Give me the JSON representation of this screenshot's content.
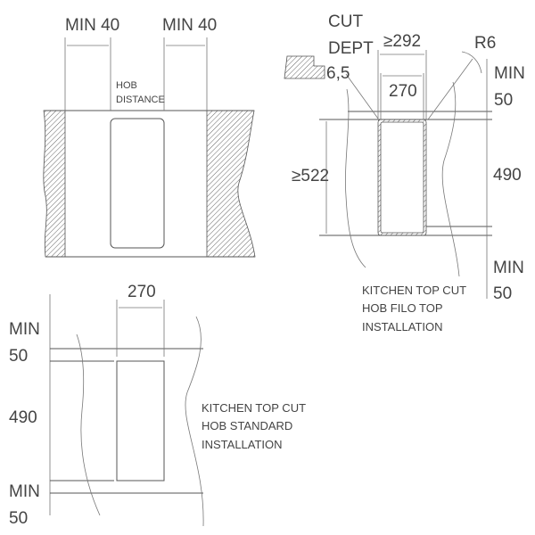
{
  "diagram": {
    "top_left": {
      "dim_left": "MIN 40",
      "dim_right": "MIN 40",
      "hob_label_line1": "HOB",
      "hob_label_line2": "DISTANCE"
    },
    "top_right": {
      "cut_depth_line1": "CUT",
      "cut_depth_line2": "DEPT",
      "cut_depth_value": "6,5",
      "outer_width": "≥292",
      "inner_width": "270",
      "radius": "R6",
      "top_margin_line1": "MIN",
      "top_margin_line2": "50",
      "outer_height": "≥522",
      "inner_height": "490",
      "bottom_margin_line1": "MIN",
      "bottom_margin_line2": "50",
      "caption_line1": "KITCHEN TOP CUT",
      "caption_line2": "HOB FILO TOP",
      "caption_line3": "INSTALLATION"
    },
    "bottom_left": {
      "width": "270",
      "top_margin_line1": "MIN",
      "top_margin_line2": "50",
      "height": "490",
      "bottom_margin_line1": "MIN",
      "bottom_margin_line2": "50",
      "caption_line1": "KITCHEN TOP CUT",
      "caption_line2": "HOB STANDARD",
      "caption_line3": "INSTALLATION"
    }
  },
  "colors": {
    "line": "#555555",
    "text": "#444444",
    "background": "#ffffff"
  }
}
